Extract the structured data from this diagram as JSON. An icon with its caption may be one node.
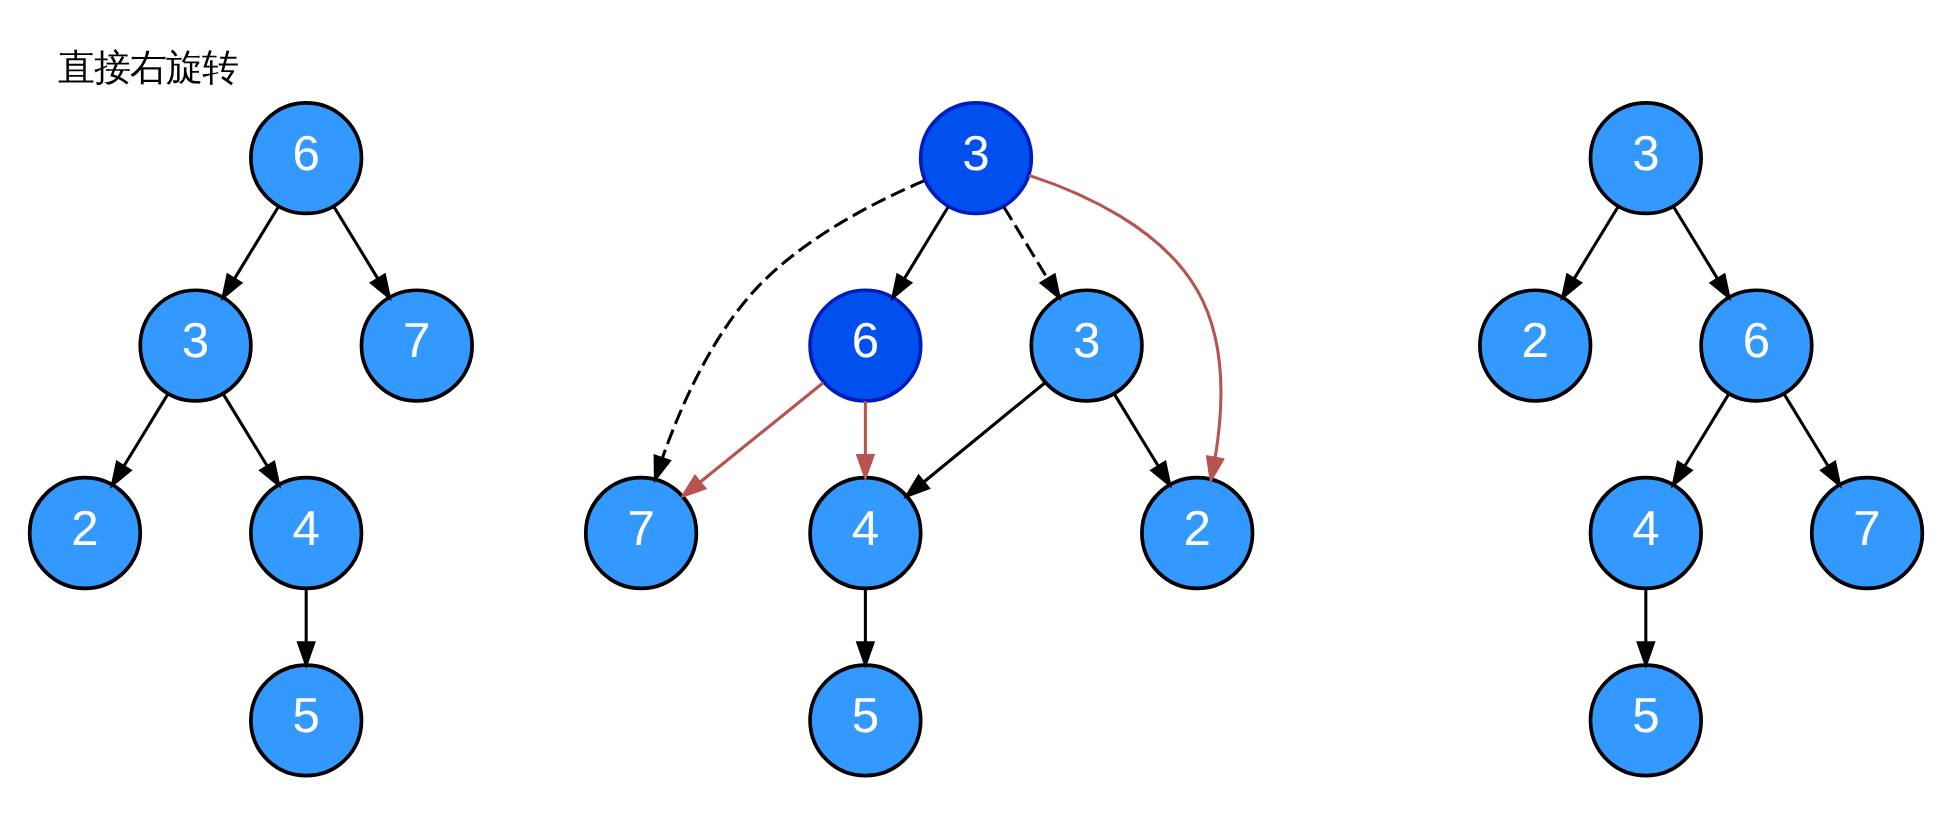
{
  "diagram": {
    "title": "直接右旋转",
    "nodes": [
      {
        "text": [
          "6"
        ]
      },
      {
        "text": [
          "3"
        ]
      },
      {
        "text": [
          "7"
        ]
      },
      {
        "text": [
          "2"
        ]
      },
      {
        "text": [
          "4"
        ]
      },
      {
        "text": [
          "5"
        ]
      },
      {
        "text": [
          "3"
        ]
      },
      {
        "text": [
          "6"
        ]
      },
      {
        "text": [
          "3"
        ]
      },
      {
        "text": [
          "7"
        ]
      },
      {
        "text": [
          "2"
        ]
      },
      {
        "text": [
          "4"
        ]
      },
      {
        "text": [
          "5"
        ]
      },
      {
        "text": [
          "3"
        ]
      },
      {
        "text": [
          "2"
        ]
      },
      {
        "text": [
          "6"
        ]
      },
      {
        "text": [
          "4"
        ]
      },
      {
        "text": [
          "7"
        ]
      },
      {
        "text": [
          "5"
        ]
      }
    ],
    "edges": [
      {
        "from": 0,
        "to": 1,
        "arrow": "to"
      },
      {
        "from": 0,
        "to": 2,
        "arrow": "to"
      },
      {
        "from": 1,
        "to": 3,
        "arrow": "to"
      },
      {
        "from": 1,
        "to": 4,
        "arrow": "to"
      },
      {
        "from": 4,
        "to": 5,
        "arrow": "to"
      },
      {
        "from": 6,
        "to": 7,
        "arrow": "to"
      },
      {
        "from": 6,
        "to": 8,
        "arrow": "to",
        "style": "dashed"
      },
      {
        "from": 6,
        "to": 9,
        "arrow": "to",
        "style": "dashed"
      },
      {
        "from": 6,
        "to": 10,
        "arrow": "to",
        "color": "#b85450"
      },
      {
        "from": 7,
        "to": 9,
        "arrow": "to",
        "color": "#b85450"
      },
      {
        "from": 7,
        "to": 11,
        "arrow": "to",
        "color": "#b85450"
      },
      {
        "from": 8,
        "to": 10,
        "arrow": "to"
      },
      {
        "from": 8,
        "to": 11,
        "arrow": "to"
      },
      {
        "from": 11,
        "to": 12,
        "arrow": "to"
      },
      {
        "from": 13,
        "to": 14,
        "arrow": "to"
      },
      {
        "from": 13,
        "to": 15,
        "arrow": "to"
      },
      {
        "from": 15,
        "to": 16,
        "arrow": "to"
      },
      {
        "from": 15,
        "to": 17,
        "arrow": "to"
      },
      {
        "from": 16,
        "to": 18,
        "arrow": "to"
      }
    ]
  }
}
